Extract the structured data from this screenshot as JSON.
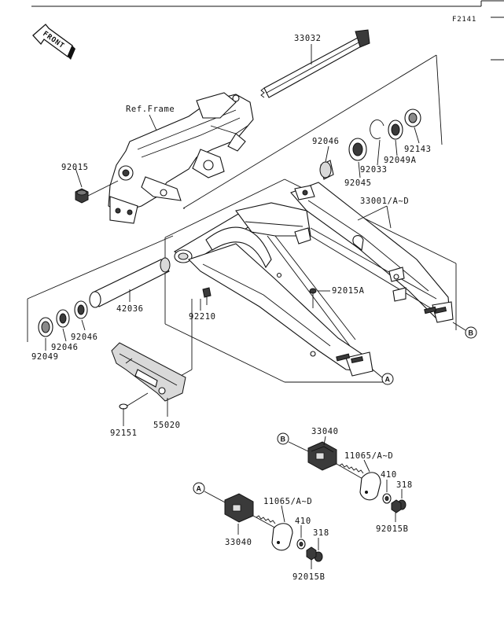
{
  "figure_code": "F2141",
  "front_label": "FRONT",
  "labels": {
    "p33032": "33032",
    "ref_frame": "Ref.Frame",
    "p92015": "92015",
    "p92046_top": "92046",
    "p92143": "92143",
    "p92049A": "92049A",
    "p92033": "92033",
    "p92045": "92045",
    "p33001": "33001/A~D",
    "p92015A": "92015A",
    "p42036": "42036",
    "p92210": "92210",
    "p92046_l1": "92046",
    "p92046_l2": "92046",
    "p92049": "92049",
    "p92151": "92151",
    "p55020": "55020",
    "p33040_b": "33040",
    "p11065_b": "11065/A~D",
    "p410_b": "410",
    "p318_b": "318",
    "p92015B_b": "92015B",
    "p11065_a": "11065/A~D",
    "p410_a": "410",
    "p318_a": "318",
    "p33040_a": "33040",
    "p92015B_a": "92015B"
  },
  "callouts": {
    "A1": "A",
    "B1": "B",
    "A2": "A",
    "B2": "B"
  }
}
